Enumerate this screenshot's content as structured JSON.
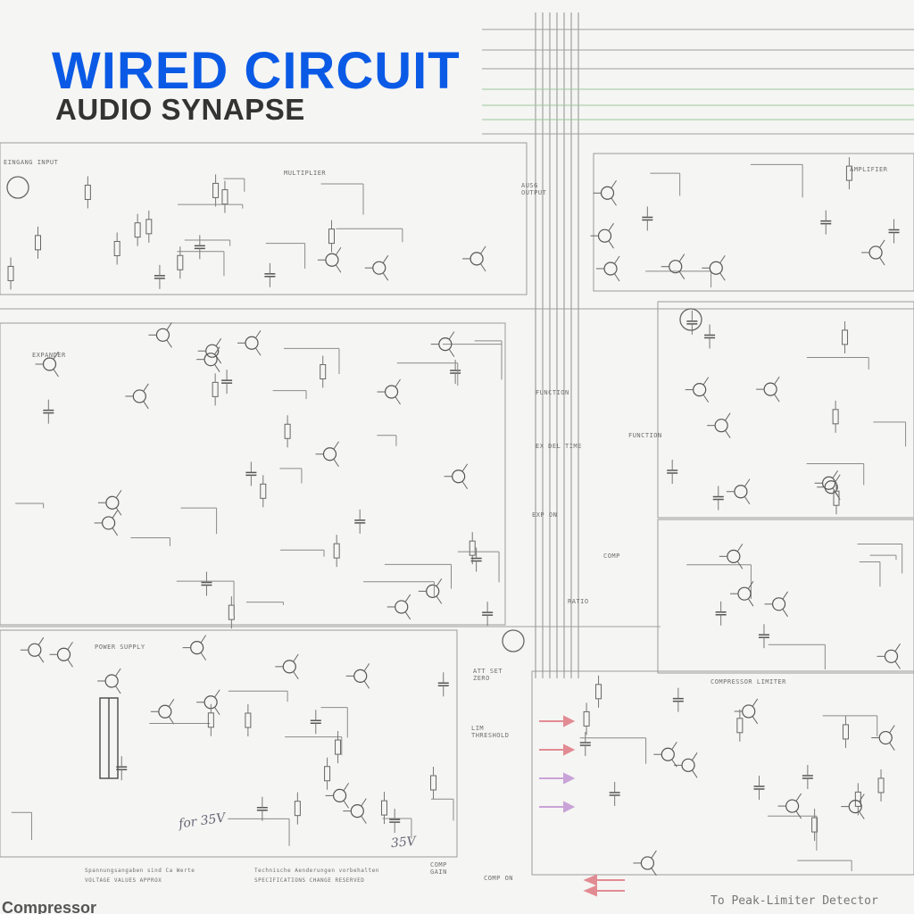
{
  "cover": {
    "title": "WIRED CIRCUIT",
    "subtitle": "AUDIO SYNAPSE",
    "title_color": "#0a5ae6",
    "subtitle_color": "#333333"
  },
  "labels": {
    "eingang": "EINGANG INPUT",
    "multiplier": "MULTIPLIER",
    "ausgang": "AUSG OUTPUT",
    "amplifier": "AMPLIFIER",
    "expander": "EXPANDER",
    "function_1": "FUNCTION",
    "function_2": "FUNCTION",
    "ex_del_time": "EX DEL TIME",
    "exp_on": "EXP ON",
    "comp": "COMP",
    "ratio": "RATIO",
    "power_supply": "POWER SUPPLY",
    "compressor_limiter": "COMPRESSOR LIMITER",
    "lim_threshold": "LIM THRESHOLD",
    "att_set_zero": "ATT SET ZERO",
    "comp_gain": "COMP GAIN",
    "comp_on": "COMP ON",
    "voltage_values": "Spannungsangaben sind Ca Werte",
    "voltage_values_en": "VOLTAGE VALUES APPROX",
    "specs_change": "Technische Aenderungen vorbehalten",
    "specs_change_en": "SPECIFICATIONS CHANGE RESERVED",
    "compressor": "Compressor",
    "peak_limiter": "To Peak-Limiter Detector",
    "for_35v": "for 35V",
    "v35": "35V"
  }
}
